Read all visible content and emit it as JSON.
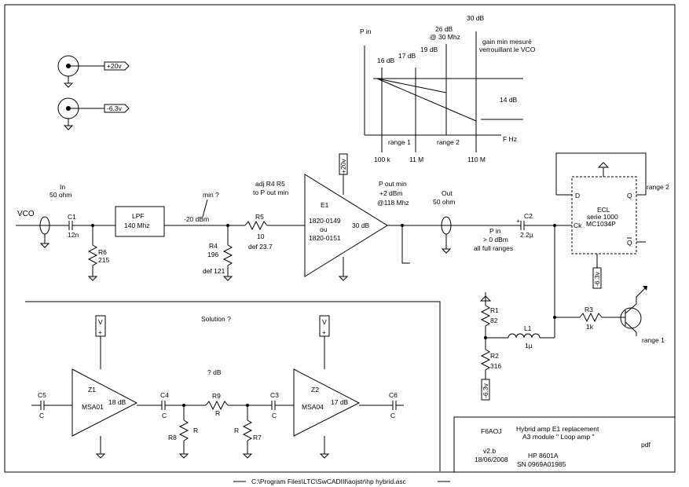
{
  "supplies": {
    "plus20": "+20v",
    "minus6": "-6.3v",
    "plus20_e1": "+20v",
    "minus6_ecl": "-6.3v",
    "minus6_r2": "-6.3v"
  },
  "input": {
    "vco": "VCO",
    "in_line1": "In",
    "in_line2": "50 ohm"
  },
  "c1": {
    "name": "C1",
    "value": "12n"
  },
  "r6": {
    "name": "R6",
    "value": "215"
  },
  "lpf": {
    "line1": "LPF",
    "line2": "140 Mhz"
  },
  "level_note": {
    "min": "min ?",
    "dbm": "-20 dBm"
  },
  "r4": {
    "name": "R4",
    "value": "196",
    "def": "def 121"
  },
  "r5": {
    "note1": "adj R4 R5",
    "note2": "to P out min",
    "name": "R5",
    "value": "10",
    "def": "def 23.7"
  },
  "e1": {
    "name": "E1",
    "part1": "1820-0149",
    "or": "ou",
    "part2": "1820-0151",
    "gain": "30 dB"
  },
  "pout": {
    "line1": "P out min",
    "line2": "+2 dBm",
    "line3": "@118 Mhz"
  },
  "out": {
    "line1": "Out",
    "line2": "50 ohm"
  },
  "c2": {
    "name": "C2",
    "value": "2.2µ",
    "plus": "+"
  },
  "pin_note": {
    "line1": "P in",
    "line2": "> 0 dBm",
    "line3": "all full ranges"
  },
  "ecl": {
    "d": "D",
    "q": "Q",
    "ck": "Ck",
    "qbar": "Q",
    "l1": "ECL",
    "l2": "serie 1000",
    "l3": "MC1034P",
    "range2": "range 2"
  },
  "r1": {
    "name": "R1",
    "value": "82"
  },
  "r2": {
    "name": "R2",
    "value": "316"
  },
  "l1": {
    "name": "L1",
    "value": "1µ"
  },
  "r3": {
    "name": "R3",
    "value": "1k",
    "range1": "range 1"
  },
  "graph": {
    "pin": "P in",
    "fhz": "F Hz",
    "db16": "16 dB",
    "db17": "17 dB",
    "db19": "19 dB",
    "db26": "26 dB",
    "at30": "@ 30 Mhz",
    "db30": "30 dB",
    "db14": "14 dB",
    "gain1": "gain min mesuré",
    "gain2": "verrouillant le VCO",
    "range1": "range 1",
    "range2": "range 2",
    "f100k": "100 k",
    "f11m": "11 M",
    "f110m": "110 M"
  },
  "solution": {
    "title": "Solution ?",
    "gain": "? dB",
    "c5": "C5",
    "c5v": "C",
    "c4": "C4",
    "c4v": "C",
    "c3": "C3",
    "c3v": "C",
    "c6": "C6",
    "c6v": "C",
    "z1": "Z1",
    "z1part": "MSA01",
    "z1gain": "18 dB",
    "z2": "Z2",
    "z2part": "MSA04",
    "z2gain": "17 dB",
    "r9": "R9",
    "r9v": "R",
    "r8": "R8",
    "r8v": "R",
    "r7": "R7",
    "r7v": "R",
    "v1": "V",
    "v2": "V",
    "plus1": "+",
    "plus2": "+"
  },
  "titleblock": {
    "author": "F6AOJ",
    "line1": "Hybrid amp E1 replacement",
    "line2": "A3 module \" Loop amp \"",
    "pdf": "pdf",
    "version": "v2.b",
    "date": "18/06/2008",
    "model": "HP 8601A",
    "serial": "SN 0969A01985"
  },
  "footer": {
    "path": "C:\\Program Files\\LTC\\SwCADIII\\aojstr\\hp hybrid.asc"
  }
}
